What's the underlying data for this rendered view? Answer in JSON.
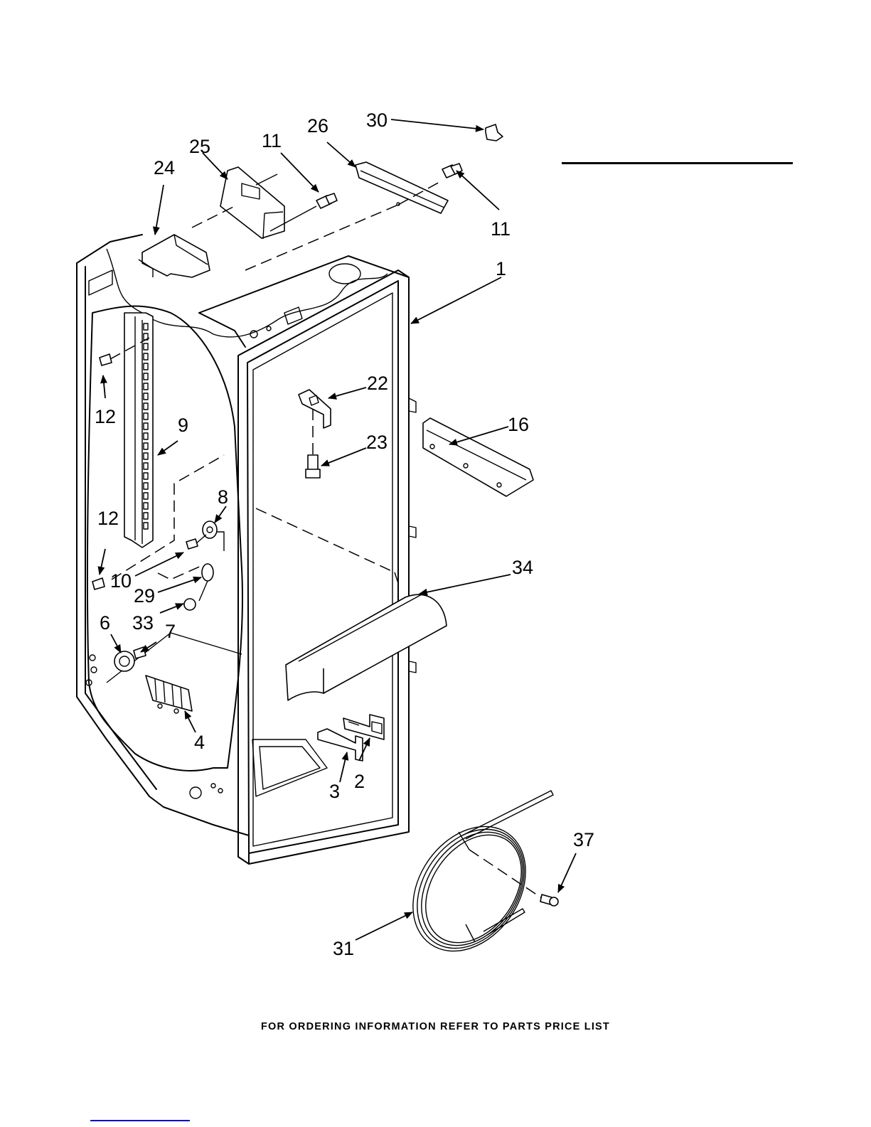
{
  "diagram": {
    "subject": "Refrigerator fresh food liner parts",
    "callouts": [
      {
        "id": "c1",
        "label": "1"
      },
      {
        "id": "c2",
        "label": "2"
      },
      {
        "id": "c3",
        "label": "3"
      },
      {
        "id": "c4",
        "label": "4"
      },
      {
        "id": "c6",
        "label": "6"
      },
      {
        "id": "c7",
        "label": "7"
      },
      {
        "id": "c8",
        "label": "8"
      },
      {
        "id": "c9",
        "label": "9"
      },
      {
        "id": "c10",
        "label": "10"
      },
      {
        "id": "c11a",
        "label": "11"
      },
      {
        "id": "c11b",
        "label": "11"
      },
      {
        "id": "c12a",
        "label": "12"
      },
      {
        "id": "c12b",
        "label": "12"
      },
      {
        "id": "c16",
        "label": "16"
      },
      {
        "id": "c22",
        "label": "22"
      },
      {
        "id": "c23",
        "label": "23"
      },
      {
        "id": "c24",
        "label": "24"
      },
      {
        "id": "c25",
        "label": "25"
      },
      {
        "id": "c26",
        "label": "26"
      },
      {
        "id": "c29",
        "label": "29"
      },
      {
        "id": "c30",
        "label": "30"
      },
      {
        "id": "c31",
        "label": "31"
      },
      {
        "id": "c33",
        "label": "33"
      },
      {
        "id": "c34",
        "label": "34"
      },
      {
        "id": "c37",
        "label": "37"
      }
    ]
  },
  "footer": {
    "note": "FOR ORDERING INFORMATION REFER TO PARTS PRICE LIST"
  },
  "colors": {
    "line": "#000000",
    "link": "#0000cc",
    "background": "#ffffff"
  }
}
